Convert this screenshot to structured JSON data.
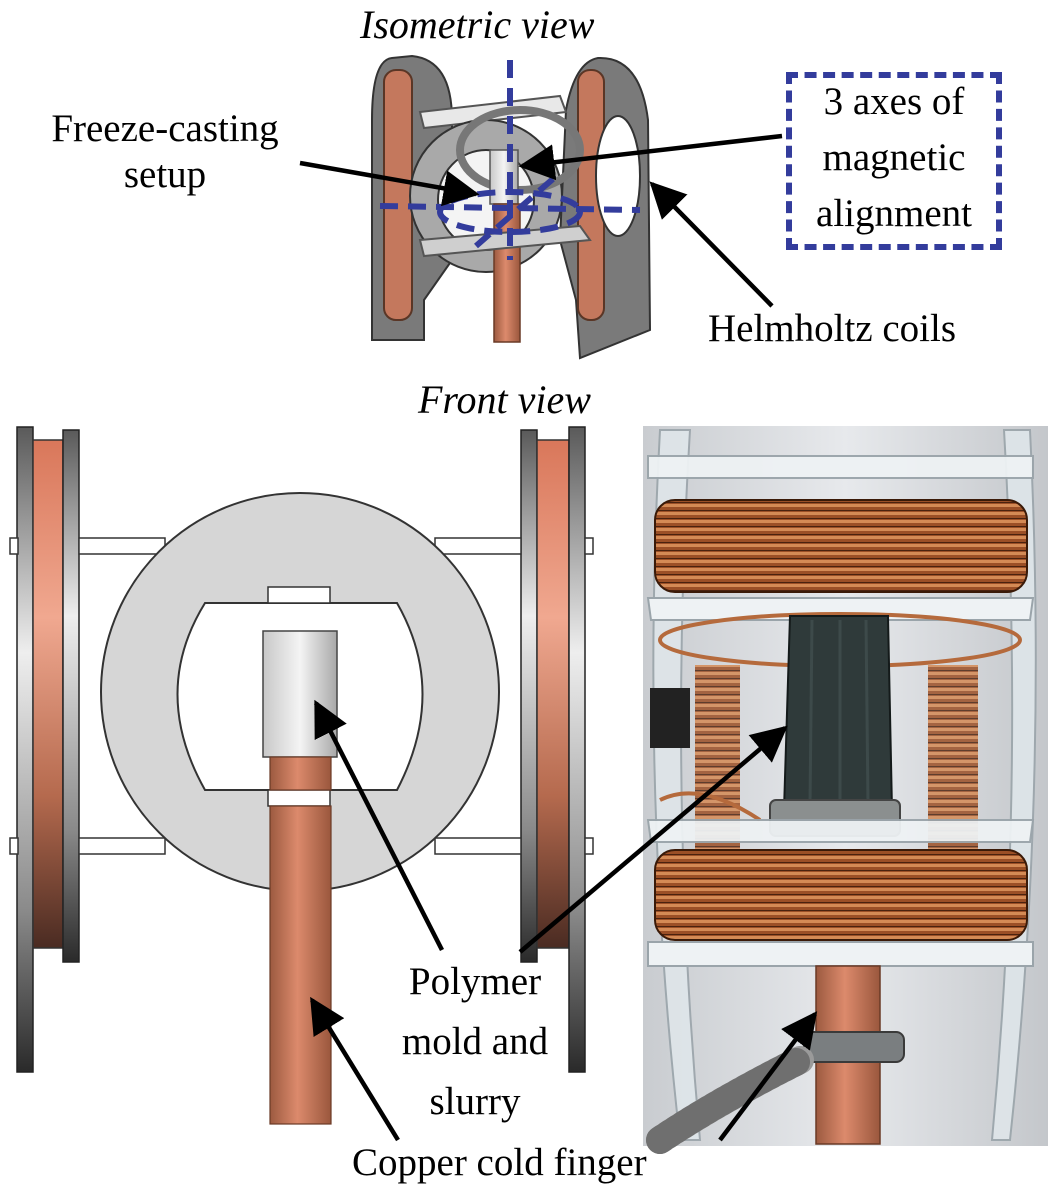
{
  "titles": {
    "isometric": "Isometric view",
    "front": "Front view"
  },
  "labels": {
    "freeze_casting_line1": "Freeze-casting",
    "freeze_casting_line2": "setup",
    "axes_line1": "3 axes of",
    "axes_line2": "magnetic",
    "axes_line3": "alignment",
    "helmholtz": "Helmholtz coils",
    "polymer_line1": "Polymer",
    "polymer_line2": "mold and",
    "polymer_line3": "slurry",
    "copper": "Copper cold finger"
  },
  "colors": {
    "copper": "#c8765a",
    "steel": "#6e6e6e",
    "light_gray": "#d6d6d6",
    "axis_blue": "#333c9c"
  }
}
